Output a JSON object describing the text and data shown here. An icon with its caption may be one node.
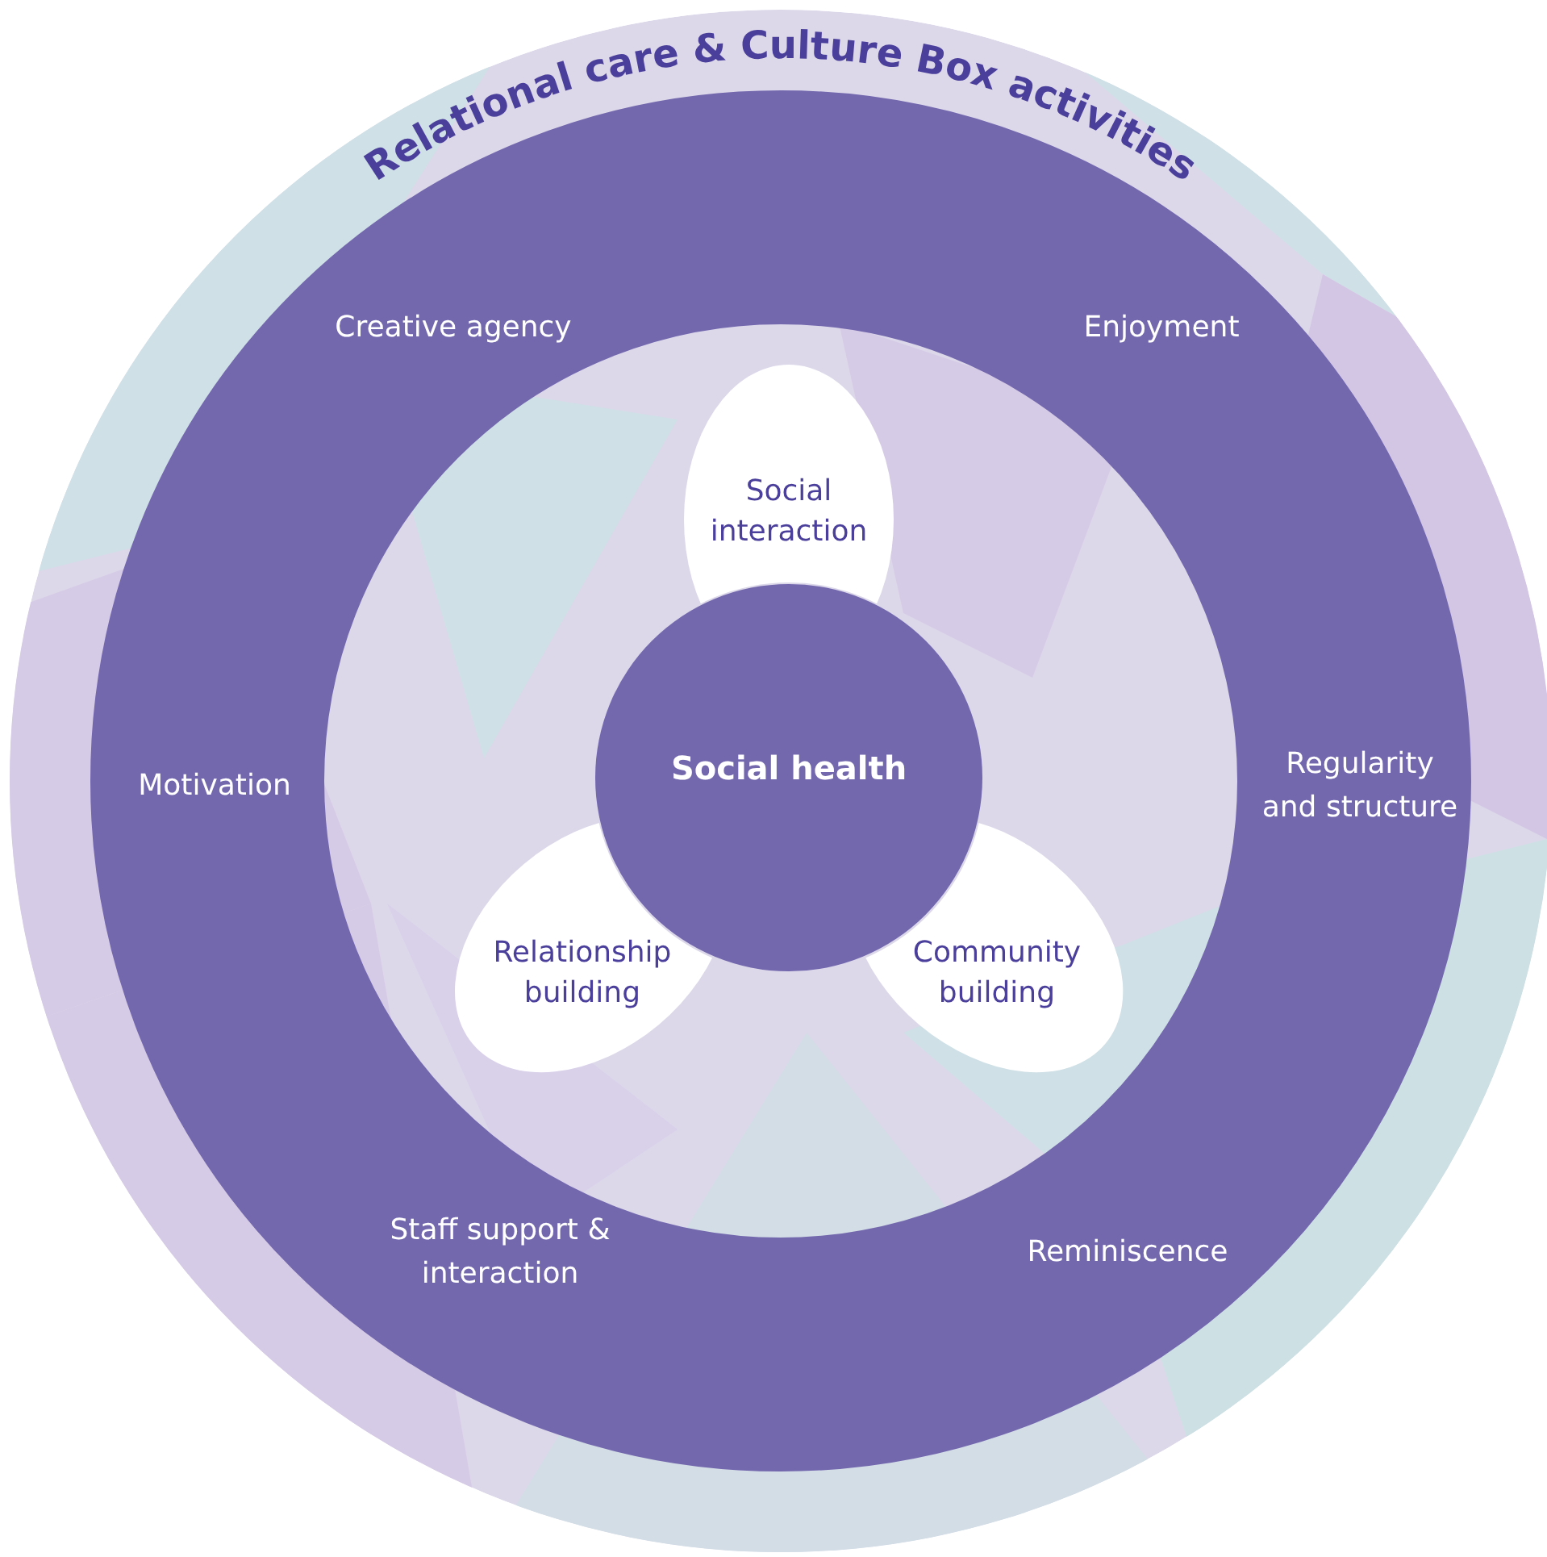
{
  "diagram": {
    "title": "Relational care & Culture Box activities",
    "nodes": [
      {
        "text": [
          "Social health"
        ]
      },
      {
        "text": [
          "Social interaction"
        ]
      },
      {
        "text": [
          "Relationship building"
        ]
      },
      {
        "text": [
          "Community building"
        ]
      }
    ],
    "labels": [
      "Creative agency",
      "Enjoyment",
      "Motivation",
      "Regularity and structure",
      "Staff support & interaction",
      "Reminiscence"
    ]
  }
}
